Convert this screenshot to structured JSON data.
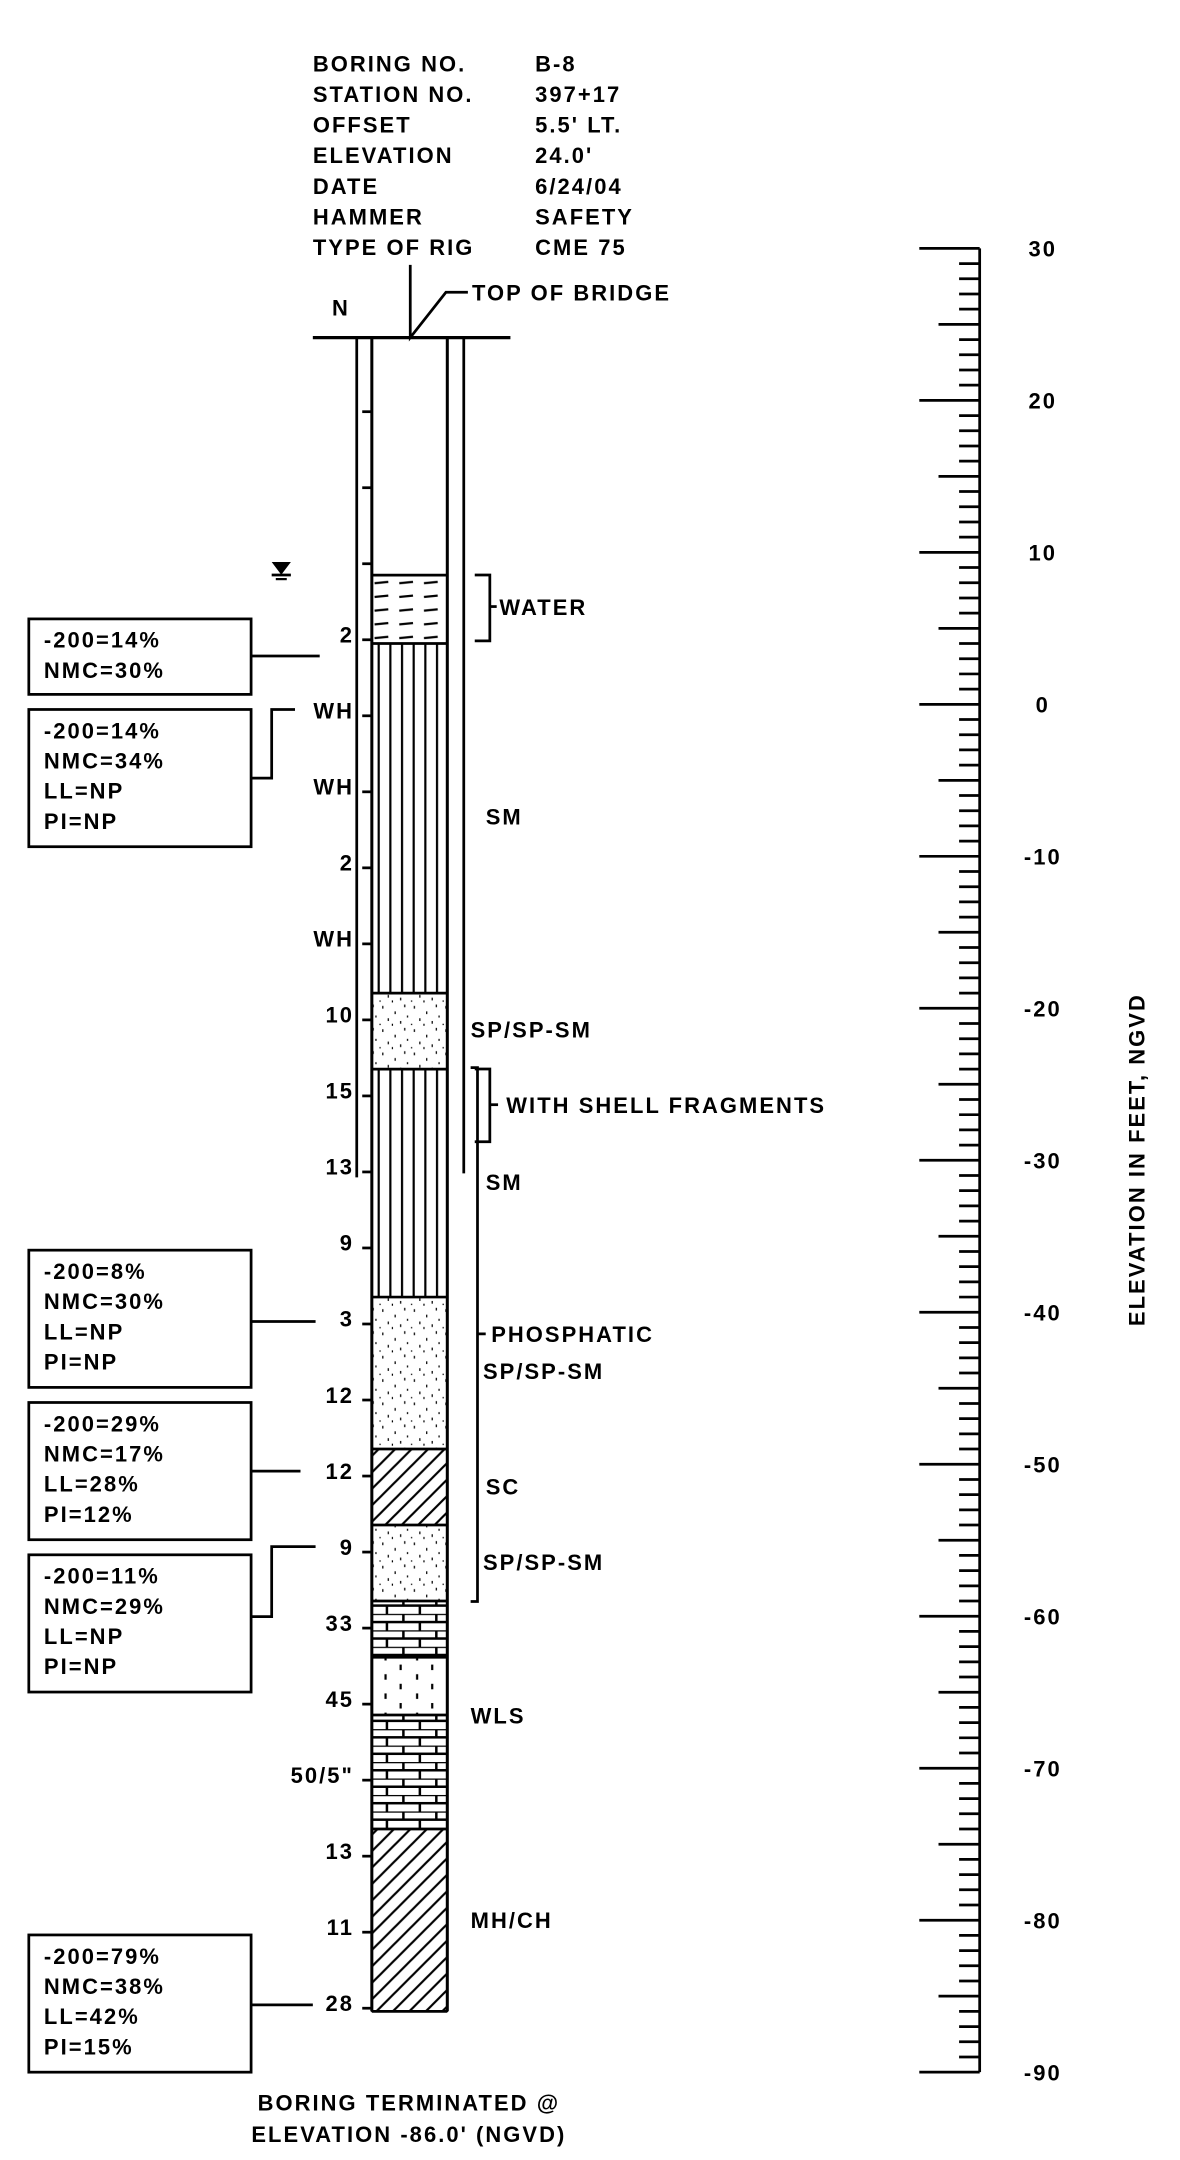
{
  "header": {
    "fields": [
      {
        "label": "BORING NO.",
        "value": "B-8"
      },
      {
        "label": "STATION NO.",
        "value": "397+17"
      },
      {
        "label": "OFFSET",
        "value": "5.5' LT."
      },
      {
        "label": "ELEVATION",
        "value": "24.0'"
      },
      {
        "label": "DATE",
        "value": "6/24/04"
      },
      {
        "label": "HAMMER",
        "value": "SAFETY"
      },
      {
        "label": "TYPE OF RIG",
        "value": "CME 75"
      }
    ],
    "n_column_label": "N",
    "top_label": "TOP OF BRIDGE"
  },
  "boring": {
    "top_elevation": 24.0,
    "bottom_elevation": -86.0,
    "water_table_symbol": "water-table-icon",
    "layers": [
      {
        "pattern": "water",
        "top": 8.5,
        "bottom": 4.0
      },
      {
        "pattern": "silty-sand",
        "top": 4.0,
        "bottom": -19.0
      },
      {
        "pattern": "sand",
        "top": -19.0,
        "bottom": -24.0
      },
      {
        "pattern": "silty-sand",
        "top": -24.0,
        "bottom": -39.0
      },
      {
        "pattern": "sand",
        "top": -39.0,
        "bottom": -49.0
      },
      {
        "pattern": "clayey-sand",
        "top": -49.0,
        "bottom": -54.0
      },
      {
        "pattern": "sand",
        "top": -54.0,
        "bottom": -59.0
      },
      {
        "pattern": "limestone",
        "top": -59.0,
        "bottom": -62.7
      },
      {
        "pattern": "weathered",
        "top": -62.7,
        "bottom": -66.5
      },
      {
        "pattern": "limestone",
        "top": -66.5,
        "bottom": -74.0
      },
      {
        "pattern": "clay",
        "top": -74.0,
        "bottom": -86.0
      }
    ],
    "soil_labels": [
      "WATER",
      "SM",
      "SP/SP-SM",
      "WITH SHELL FRAGMENTS",
      "SM",
      "PHOSPHATIC",
      "SP/SP-SM",
      "SC",
      "SP/SP-SM",
      "WLS",
      "MH/CH"
    ],
    "n_values": [
      "",
      "",
      "",
      "2",
      "WH",
      "WH",
      "2",
      "WH",
      "10",
      "15",
      "13",
      "9",
      "3",
      "12",
      "12",
      "9",
      "33",
      "45",
      "50/5\"",
      "13",
      "11",
      "28"
    ],
    "lab_boxes": [
      {
        "lines": [
          "-200=14%",
          "NMC=30%"
        ]
      },
      {
        "lines": [
          "-200=14%",
          "NMC=34%",
          "LL=NP",
          "PI=NP"
        ]
      },
      {
        "lines": [
          "-200=8%",
          "NMC=30%",
          "LL=NP",
          "PI=NP"
        ]
      },
      {
        "lines": [
          "-200=29%",
          "NMC=17%",
          "LL=28%",
          "PI=12%"
        ]
      },
      {
        "lines": [
          "-200=11%",
          "NMC=29%",
          "LL=NP",
          "PI=NP"
        ]
      },
      {
        "lines": [
          "-200=79%",
          "NMC=38%",
          "LL=42%",
          "PI=15%"
        ]
      }
    ],
    "termination": [
      "BORING TERMINATED @",
      "ELEVATION -86.0' (NGVD)"
    ]
  },
  "scale": {
    "title": "ELEVATION IN FEET, NGVD",
    "max": 30,
    "min": -90,
    "major_step": 10,
    "tick_labels": [
      "30",
      "20",
      "10",
      "0",
      "-10",
      "-20",
      "-30",
      "-40",
      "-50",
      "-60",
      "-70",
      "-80",
      "-90"
    ]
  }
}
